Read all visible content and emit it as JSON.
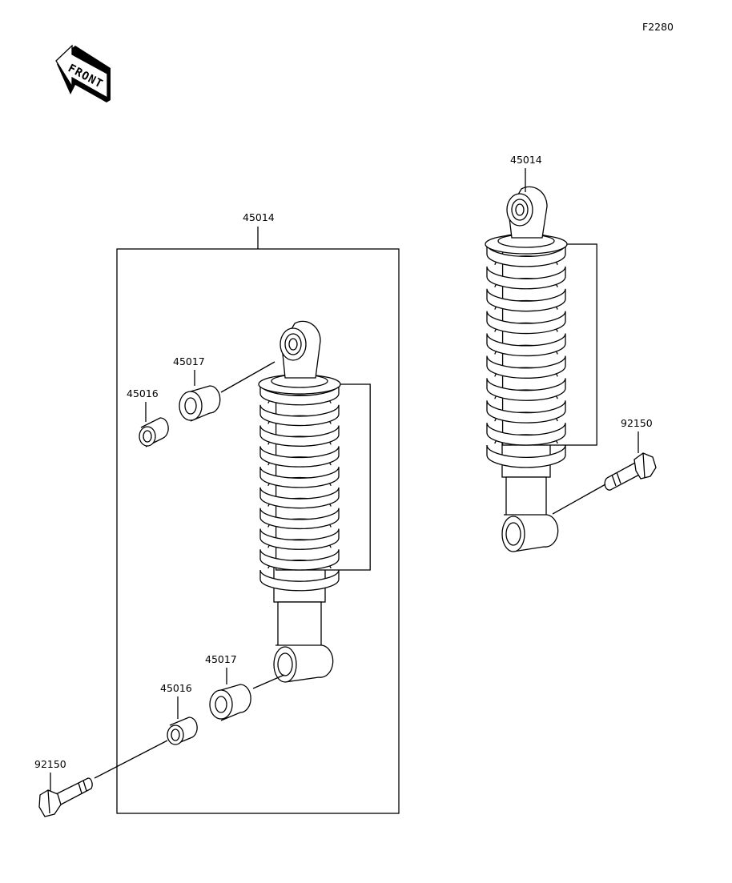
{
  "diagram_code": "F2280",
  "front_arrow": {
    "label": "FRONT",
    "icon": "front-direction-arrow-icon"
  },
  "assembly_box_label": "45014",
  "labels": {
    "shock_right": "45014",
    "bushing_upper": "45017",
    "collar_upper": "45016",
    "bushing_lower": "45017",
    "collar_lower": "45016",
    "bolt_left": "92150",
    "bolt_right": "92150"
  }
}
